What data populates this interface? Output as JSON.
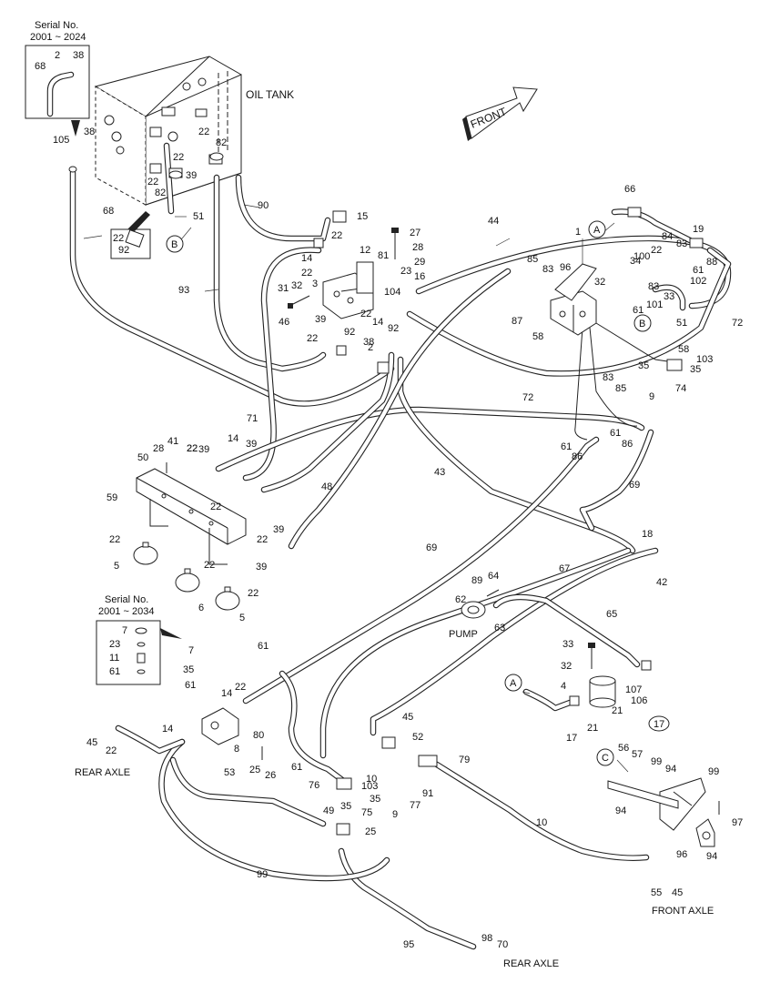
{
  "inset_top": {
    "header": "Serial No.",
    "range": "2001 ~ 2024",
    "labels": [
      "68",
      "2",
      "38"
    ]
  },
  "inset_left": {
    "header": "Serial No.",
    "range": "2001 ~ 2034",
    "labels": [
      "7",
      "23",
      "11",
      "61"
    ]
  },
  "titles": {
    "oil_tank": "OIL TANK",
    "front": "FRONT",
    "pump": "PUMP",
    "front_axle": "FRONT AXLE",
    "rear_axle_left": "REAR AXLE",
    "rear_axle_bottom": "REAR AXLE"
  },
  "refs": {
    "A": "A",
    "B": "B",
    "C": "C",
    "ref17": "17"
  },
  "part_labels": [
    "105",
    "38",
    "22",
    "82",
    "22",
    "39",
    "22",
    "82",
    "90",
    "51",
    "22",
    "92",
    "68",
    "93",
    "15",
    "22",
    "14",
    "22",
    "12",
    "27",
    "28",
    "29",
    "23",
    "16",
    "3",
    "31",
    "32",
    "46",
    "39",
    "22",
    "14",
    "92",
    "22",
    "92",
    "38",
    "2",
    "81",
    "104",
    "44",
    "1",
    "66",
    "19",
    "84",
    "83",
    "88",
    "85",
    "83",
    "96",
    "100",
    "22",
    "61",
    "34",
    "32",
    "83",
    "102",
    "33",
    "101",
    "61",
    "87",
    "58",
    "51",
    "72",
    "72",
    "58",
    "103",
    "35",
    "35",
    "74",
    "83",
    "85",
    "9",
    "71",
    "14",
    "39",
    "22",
    "28",
    "41",
    "22",
    "39",
    "50",
    "59",
    "22",
    "48",
    "43",
    "61",
    "86",
    "61",
    "86",
    "69",
    "18",
    "42",
    "22",
    "39",
    "22",
    "39",
    "5",
    "22",
    "6",
    "22",
    "5",
    "69",
    "67",
    "89",
    "64",
    "62",
    "63",
    "65",
    "33",
    "32",
    "4",
    "107",
    "106",
    "21",
    "21",
    "17",
    "7",
    "35",
    "61",
    "61",
    "45",
    "22",
    "14",
    "14",
    "22",
    "80",
    "8",
    "25",
    "26",
    "61",
    "45",
    "52",
    "79",
    "10",
    "76",
    "103",
    "35",
    "35",
    "49",
    "91",
    "9",
    "77",
    "75",
    "25",
    "53",
    "10",
    "56",
    "57",
    "99",
    "94",
    "94",
    "99",
    "97",
    "96",
    "94",
    "99",
    "95",
    "98",
    "70",
    "55",
    "45",
    "61",
    "45",
    "61"
  ],
  "hose_labels": [
    "68",
    "90",
    "93",
    "46",
    "44",
    "71",
    "48",
    "43",
    "69",
    "67",
    "42",
    "65",
    "57",
    "55",
    "70",
    "52",
    "56",
    "72"
  ]
}
